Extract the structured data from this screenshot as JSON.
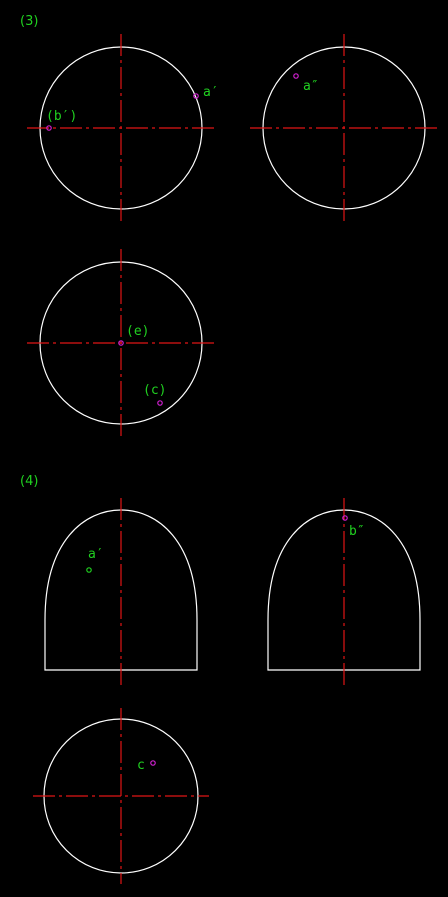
{
  "colors": {
    "background": "#000000",
    "outline": "#ffffff",
    "centerline": "#e01515",
    "point": "#d020d0",
    "label": "#20d020"
  },
  "section3": {
    "number": "(3)",
    "front_view_label_a": "a′",
    "front_view_label_b": "(b′)",
    "side_view_label_a": "a″",
    "top_view_label_e": "(e)",
    "top_view_label_c": "(c)"
  },
  "section4": {
    "number": "(4)",
    "front_view_label_a": "a′",
    "side_view_label_b": "b″",
    "top_view_label_c": "c"
  }
}
